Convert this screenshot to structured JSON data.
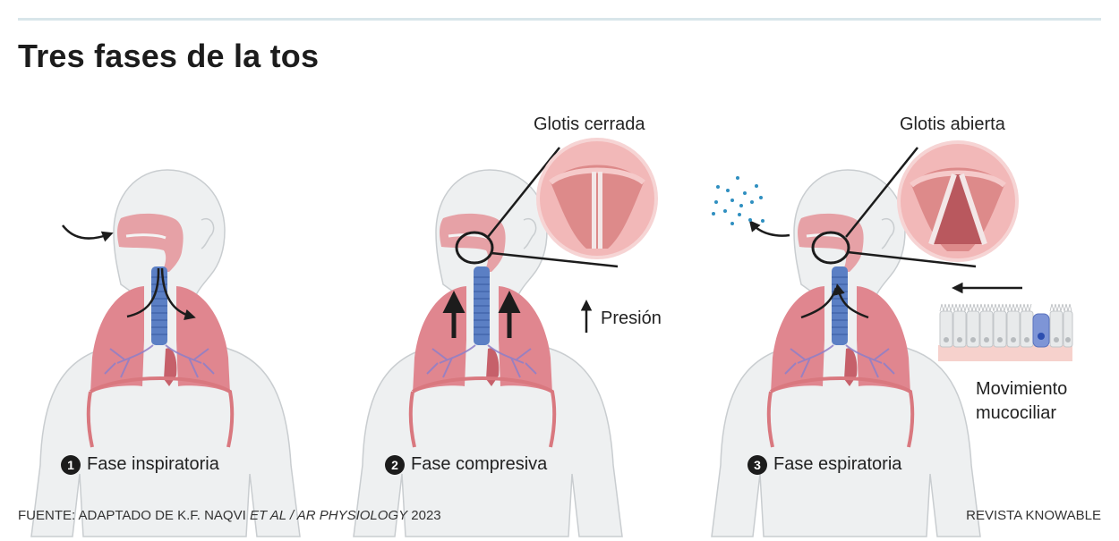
{
  "header": {
    "title": "Tres fases de la tos"
  },
  "phases": [
    {
      "number": "1",
      "label": "Fase inspiratoria"
    },
    {
      "number": "2",
      "label": "Fase compresiva"
    },
    {
      "number": "3",
      "label": "Fase espiratoria"
    }
  ],
  "annotations": {
    "glottis_closed": "Glotis cerrada",
    "glottis_open": "Glotis abierta",
    "pressure": "Presión",
    "mucociliary_line1": "Movimiento",
    "mucociliary_line2": "mucociliar"
  },
  "footer": {
    "source_prefix": "FUENTE: ADAPTADO DE K.F. NAQVI ",
    "source_italic": "ET AL / AR PHYSIOLOGY",
    "source_suffix": " 2023",
    "brand": "REVISTA KNOWABLE"
  },
  "colors": {
    "title": "#1c1c1c",
    "rule": "#d8e6ea",
    "lung": "#e0868f",
    "airway": "#5b7fc4",
    "body": "#eceeef",
    "droplet": "#2f8fc0"
  }
}
